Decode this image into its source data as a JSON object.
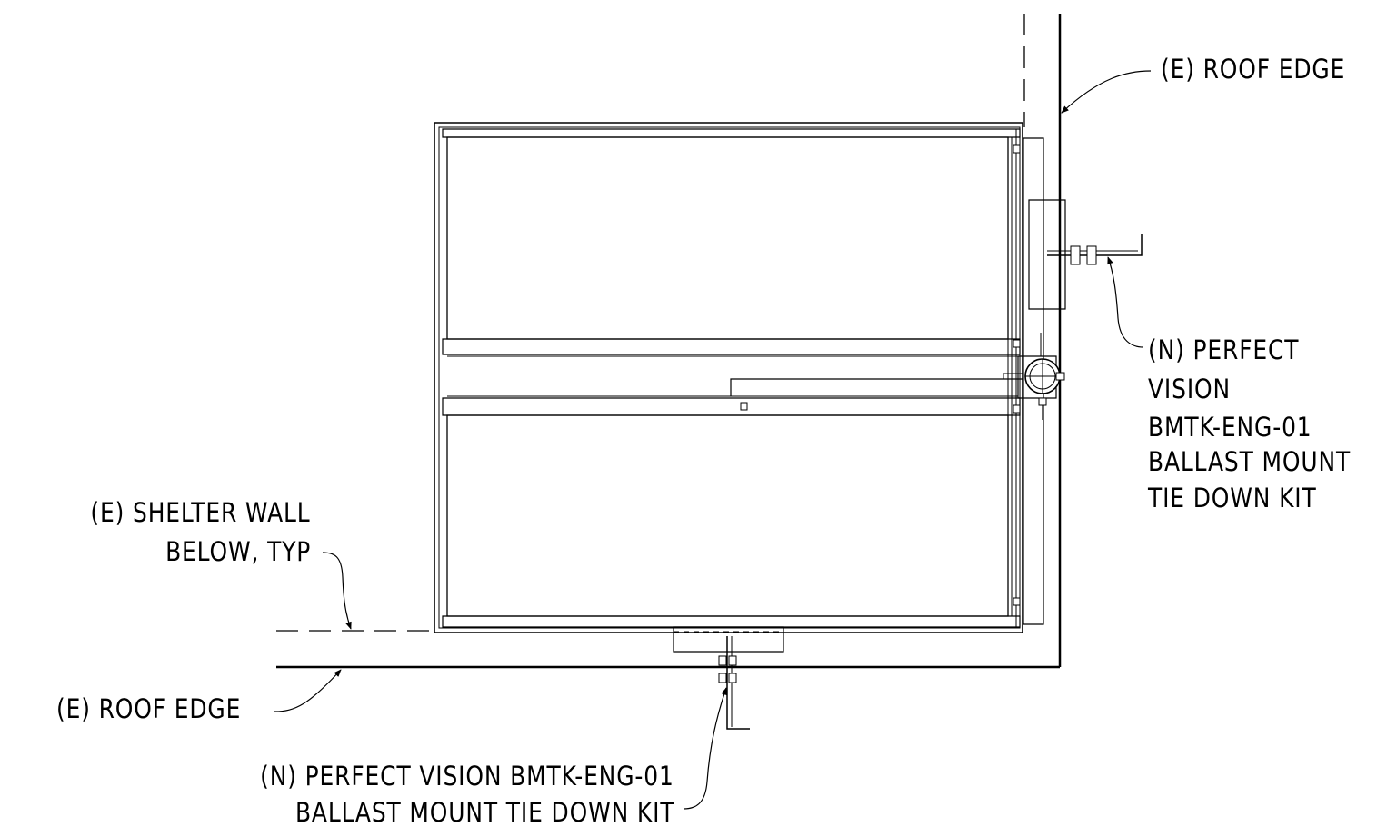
{
  "labels": {
    "roof_edge_top": "(E) ROOF EDGE",
    "tie_down_right": [
      "(N) PERFECT",
      "VISION",
      "BMTK-ENG-01",
      "BALLAST MOUNT",
      "TIE DOWN KIT"
    ],
    "shelter_wall": [
      "(E) SHELTER WALL",
      "BELOW, TYP"
    ],
    "roof_edge_left": "(E) ROOF EDGE",
    "tie_down_bottom": [
      "(N) PERFECT VISION BMTK-ENG-01",
      "BALLAST MOUNT TIE DOWN KIT"
    ]
  },
  "colors": {
    "line": "#000000",
    "background": "#ffffff"
  }
}
